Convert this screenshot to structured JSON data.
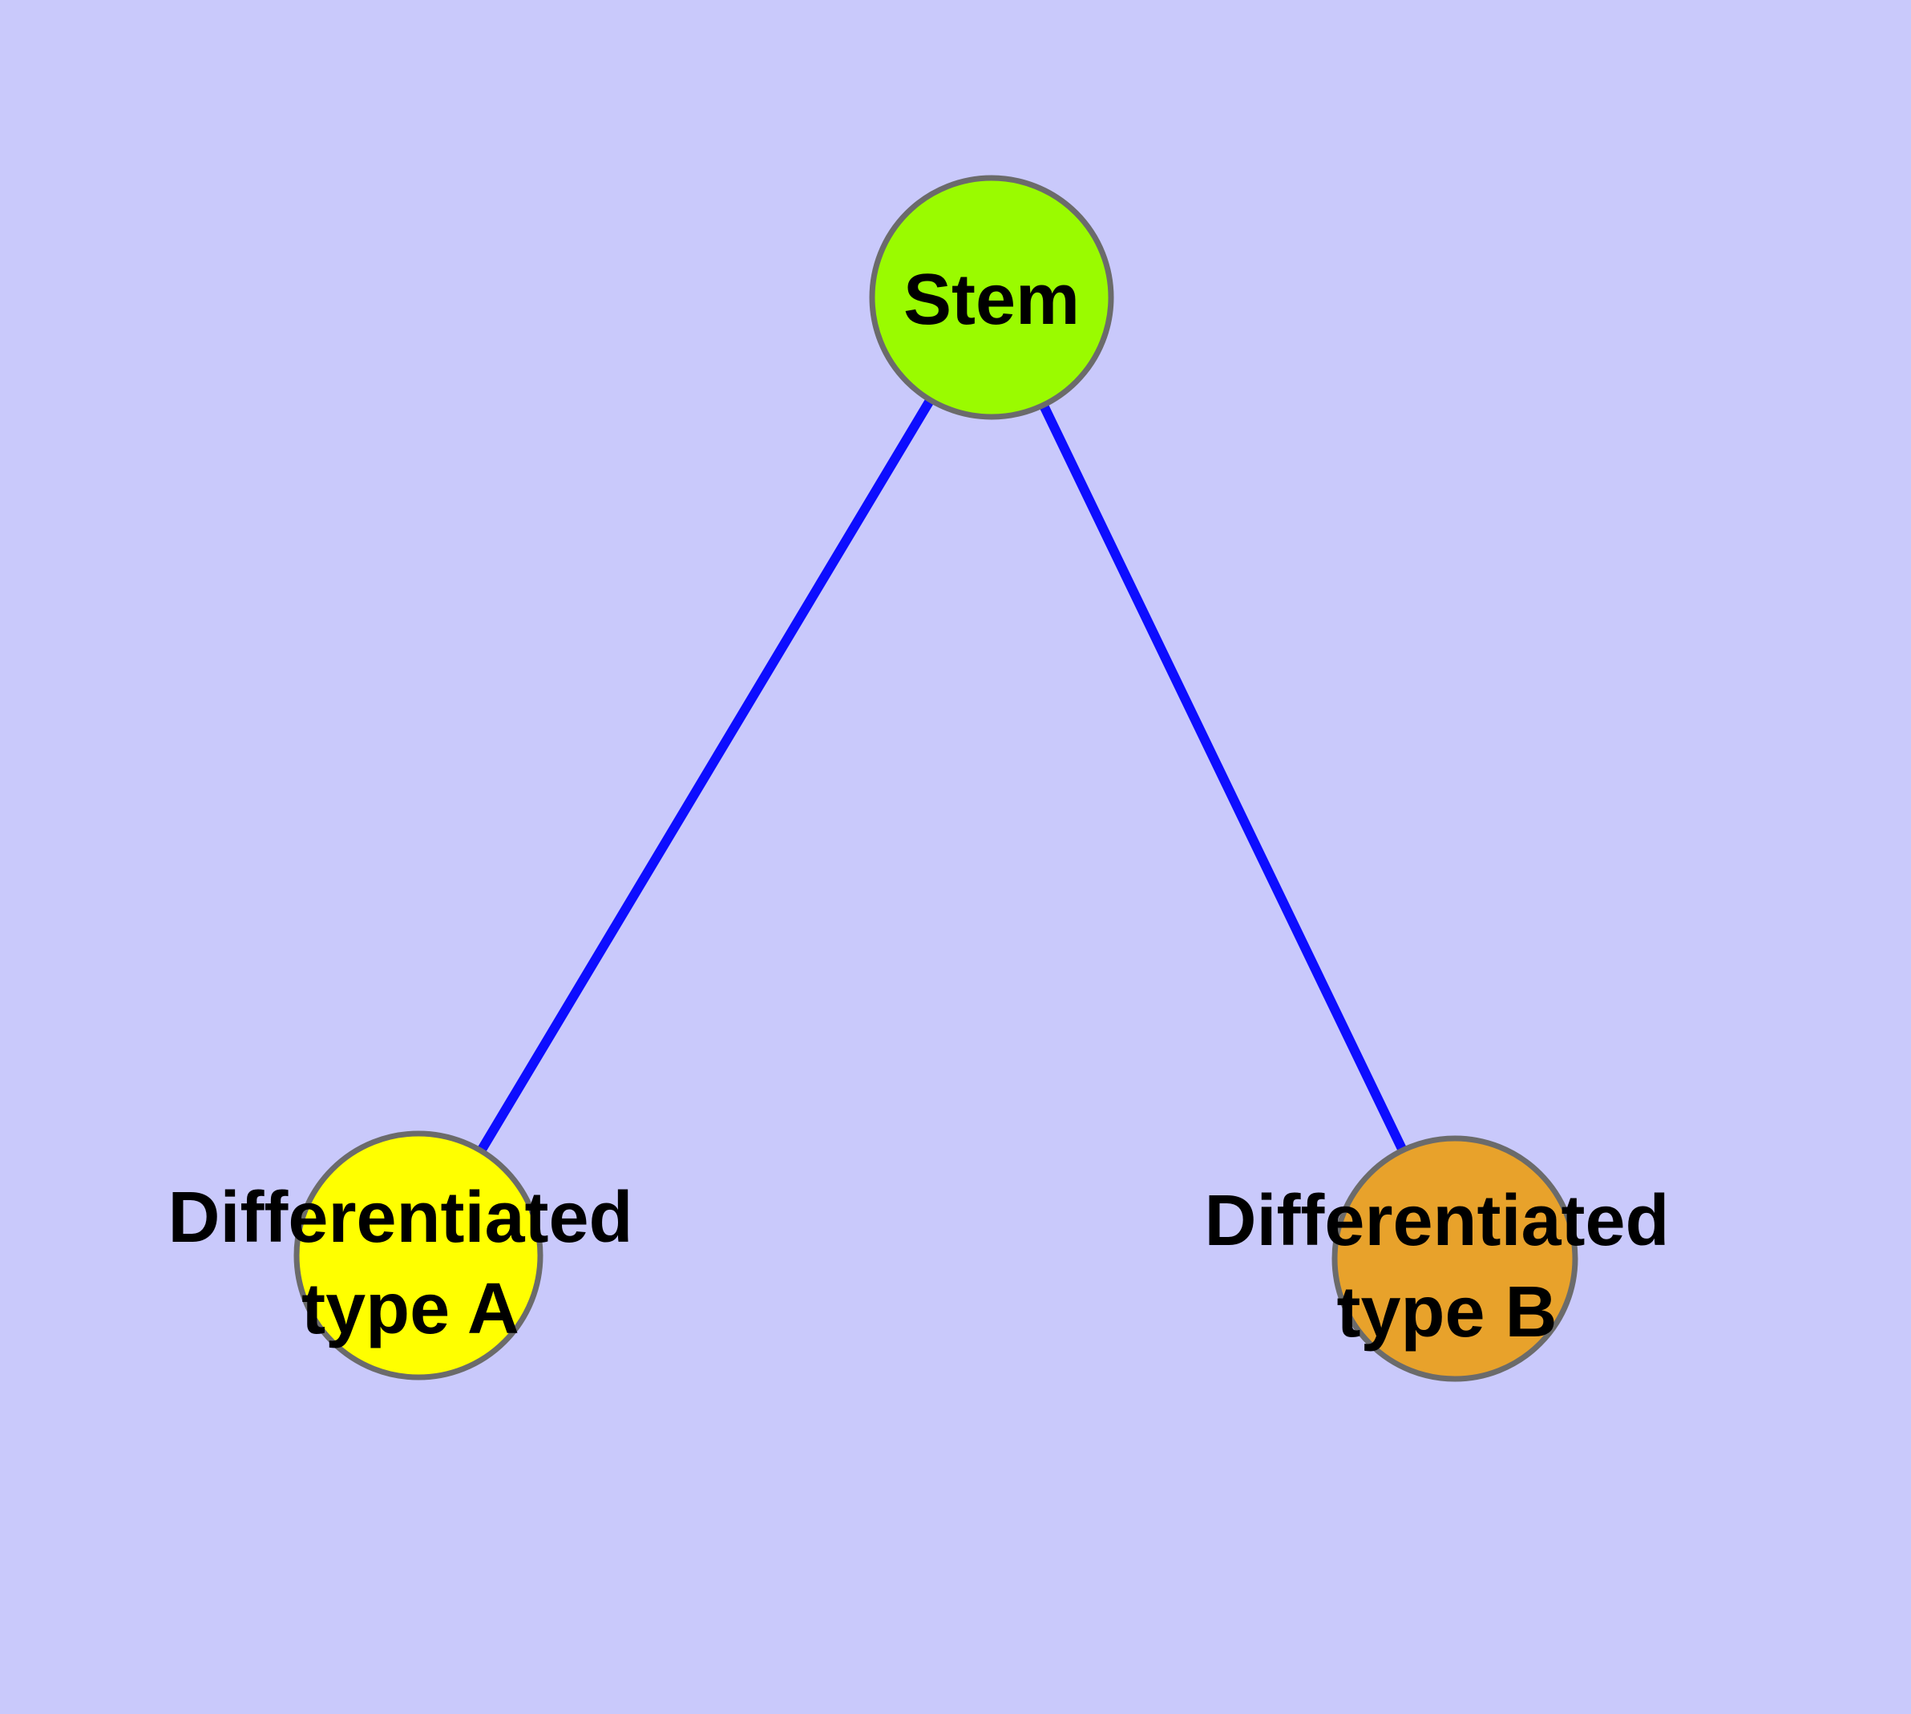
{
  "canvas": {
    "background_color": "#C9C9FB"
  },
  "graph": {
    "edge_color": "#0D0DFF",
    "node_border_color": "#6B6B6B",
    "node_label_color": "#000000",
    "nodes": {
      "stem": {
        "label": "Stem",
        "fill_color": "#9AFB00"
      },
      "type_a": {
        "label": "Differentiated type A",
        "label_line1": "Differentiated",
        "label_line2": "type A",
        "fill_color": "#FFFF00"
      },
      "type_b": {
        "label": "Differentiated type B",
        "label_line1": "Differentiated",
        "label_line2": "type B",
        "fill_color": "#E8A22B"
      }
    },
    "edges": [
      {
        "source": "Stem",
        "target": "Differentiated type A"
      },
      {
        "source": "Stem",
        "target": "Differentiated type B"
      }
    ]
  }
}
